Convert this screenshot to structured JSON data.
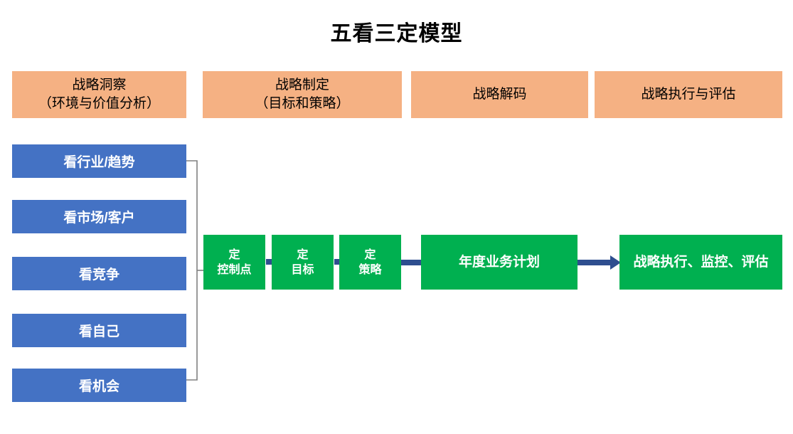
{
  "title": "五看三定模型",
  "colors": {
    "phase": "#F5B183",
    "pillar": "#4472C4",
    "action": "#00B050",
    "arrow": "#2E4E8F",
    "bracket": "#808080",
    "text_dark": "#000000",
    "text_light": "#FFFFFF"
  },
  "phases": [
    {
      "line1": "战略洞察",
      "line2": "（环境与价值分析）"
    },
    {
      "line1": "战略制定",
      "line2": "（目标和策略）"
    },
    {
      "line1": "战略解码",
      "line2": ""
    },
    {
      "line1": "战略执行与评估",
      "line2": ""
    }
  ],
  "pillars": [
    {
      "label": "看行业/趋势"
    },
    {
      "label": "看市场/客户"
    },
    {
      "label": "看竞争"
    },
    {
      "label": "看自己"
    },
    {
      "label": "看机会"
    }
  ],
  "steps": [
    {
      "line1": "定",
      "line2": "控制点"
    },
    {
      "line1": "定",
      "line2": "目标"
    },
    {
      "line1": "定",
      "line2": "策略"
    }
  ],
  "outputs": [
    {
      "label": "年度业务计划"
    },
    {
      "label": "战略执行、监控、评估"
    }
  ]
}
